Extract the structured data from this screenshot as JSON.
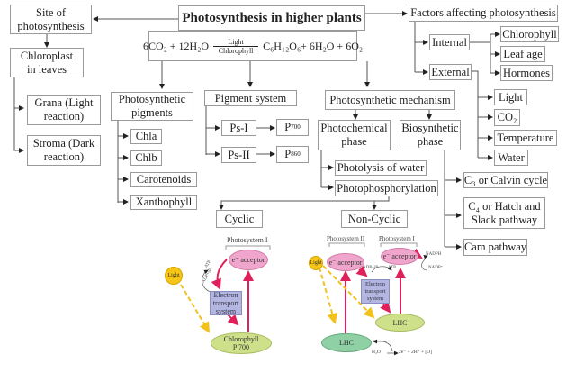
{
  "title": "Photosynthesis in higher plants",
  "equation": {
    "reactants": "6CO₂ + 12H₂O",
    "arrow_top": "Light",
    "arrow_bottom": "Chlorophyll",
    "products": "C₆H₁₂O₆+ 6H₂O + 6O₂"
  },
  "site": {
    "label_line1": "Site of",
    "label_line2": "photosynthesis",
    "chloroplast_line1": "Chloroplast",
    "chloroplast_line2": "in leaves",
    "grana_line1": "Grana (Light",
    "grana_line2": "reaction)",
    "stroma_line1": "Stroma (Dark",
    "stroma_line2": "reaction)"
  },
  "pigments": {
    "label_line1": "Photosynthetic",
    "label_line2": "pigments",
    "items": [
      "Chla",
      "Chlb",
      "Carotenoids",
      "Xanthophyll"
    ]
  },
  "pigment_system": {
    "label": "Pigment system",
    "ps1": "Ps-I",
    "ps2": "Ps-II",
    "p700": "P",
    "p700_sub": "700",
    "p680": "P",
    "p680_sub": "860"
  },
  "mechanism": {
    "label": "Photosynthetic mechanism",
    "photochemical_line1": "Photochemical",
    "photochemical_line2": "phase",
    "biosynthetic_line1": "Biosynthetic",
    "biosynthetic_line2": "phase",
    "photolysis": "Photolysis of water",
    "photophosphorylation": "Photophosphorylation",
    "cyclic": "Cyclic",
    "non_cyclic": "Non-Cyclic",
    "c3": "C₃ or Calvin cycle",
    "c4_line1": "C₄ or Hatch and",
    "c4_line2": "Slack pathway",
    "cam": "Cam pathway"
  },
  "factors": {
    "label": "Factors affecting photosynthesis",
    "internal": "Internal",
    "external": "External",
    "internal_items": [
      "Chlorophyll",
      "Leaf age",
      "Hormones"
    ],
    "external_items": [
      "Light",
      "CO₂",
      "Temperature",
      "Water"
    ]
  },
  "cyclic_diagram": {
    "photosystem": "Photosystem I",
    "acceptor": "e⁻ acceptor",
    "light": "Light",
    "ets_line1": "Electron",
    "ets_line2": "transport",
    "ets_line3": "system",
    "adp": "ADP+iP",
    "atp": "ATP",
    "chlorophyll_line1": "Chlorophyll",
    "chlorophyll_line2": "P 700"
  },
  "noncyclic_diagram": {
    "photosystem2": "Photosystem II",
    "photosystem1": "Photosystem I",
    "acceptor1": "e⁻ acceptor",
    "acceptor2": "e⁻ acceptor",
    "light": "Light",
    "ets_line1": "Electron",
    "ets_line2": "transport",
    "ets_line3": "system",
    "adp": "ADP+iP",
    "atp": "ATP",
    "nadph": "NADPH",
    "nadp": "NADP⁺",
    "lhc1": "LHC",
    "lhc2": "LHC",
    "water_split": "H₂O",
    "water_products": "2e⁻ + 2H⁺ + [O]"
  },
  "colors": {
    "acceptor": "#f0a6cc",
    "light": "#f5c518",
    "ets": "#b3b6e0",
    "chlorophyll": "#cfe08a",
    "lhc_green": "#8fd0a5",
    "arrow_red": "#e0205a",
    "arrow_yellow": "#f2c21a"
  }
}
